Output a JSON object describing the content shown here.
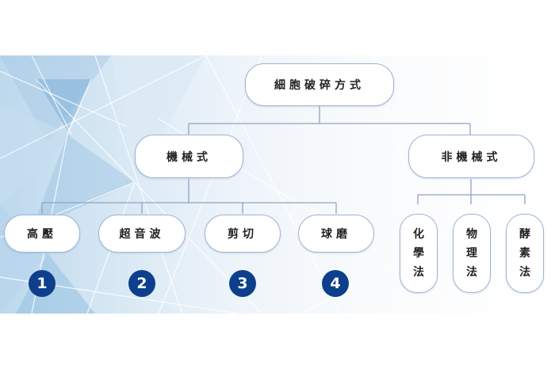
{
  "diagram": {
    "root": {
      "label": "細胞破碎方式"
    },
    "branches": [
      {
        "label": "機械式",
        "children": [
          {
            "label": "高壓",
            "number": "1"
          },
          {
            "label": "超音波",
            "number": "2"
          },
          {
            "label": "剪切",
            "number": "3"
          },
          {
            "label": "球磨",
            "number": "4"
          }
        ]
      },
      {
        "label": "非機械式",
        "children": [
          {
            "label": "化學法",
            "chars": [
              "化",
              "學",
              "法"
            ]
          },
          {
            "label": "物理法",
            "chars": [
              "物",
              "理",
              "法"
            ]
          },
          {
            "label": "酵素法",
            "chars": [
              "酵",
              "素",
              "法"
            ]
          }
        ]
      }
    ]
  },
  "colors": {
    "node_border": "#9fb4d6",
    "connector": "#8ea3c4",
    "badge": "#0d3f8c",
    "text": "#222222"
  }
}
